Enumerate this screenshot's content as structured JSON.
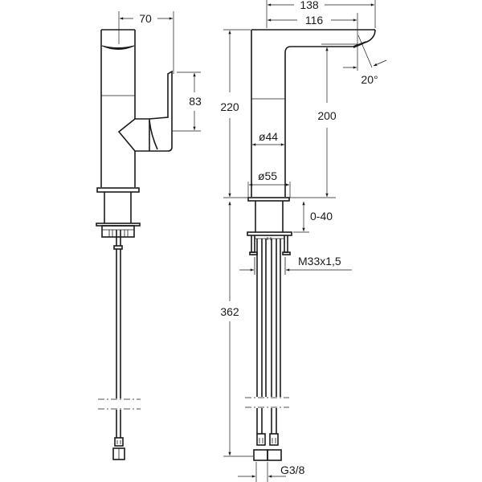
{
  "drawing": {
    "front_view": {
      "width_label": "70",
      "lever_height_label": "83"
    },
    "side_view": {
      "overall_reach_label": "138",
      "spout_reach_label": "116",
      "overall_height_label": "220",
      "spout_height_label": "200",
      "spout_angle_label": "20°",
      "body_diameter_label": "ø44",
      "base_diameter_label": "ø55",
      "deck_thickness_label": "0-40",
      "thread_label": "M33x1,5",
      "hose_length_label": "362",
      "connection_label": "G3/8"
    },
    "colors": {
      "line": "#1a1a1a",
      "background": "#ffffff"
    }
  }
}
